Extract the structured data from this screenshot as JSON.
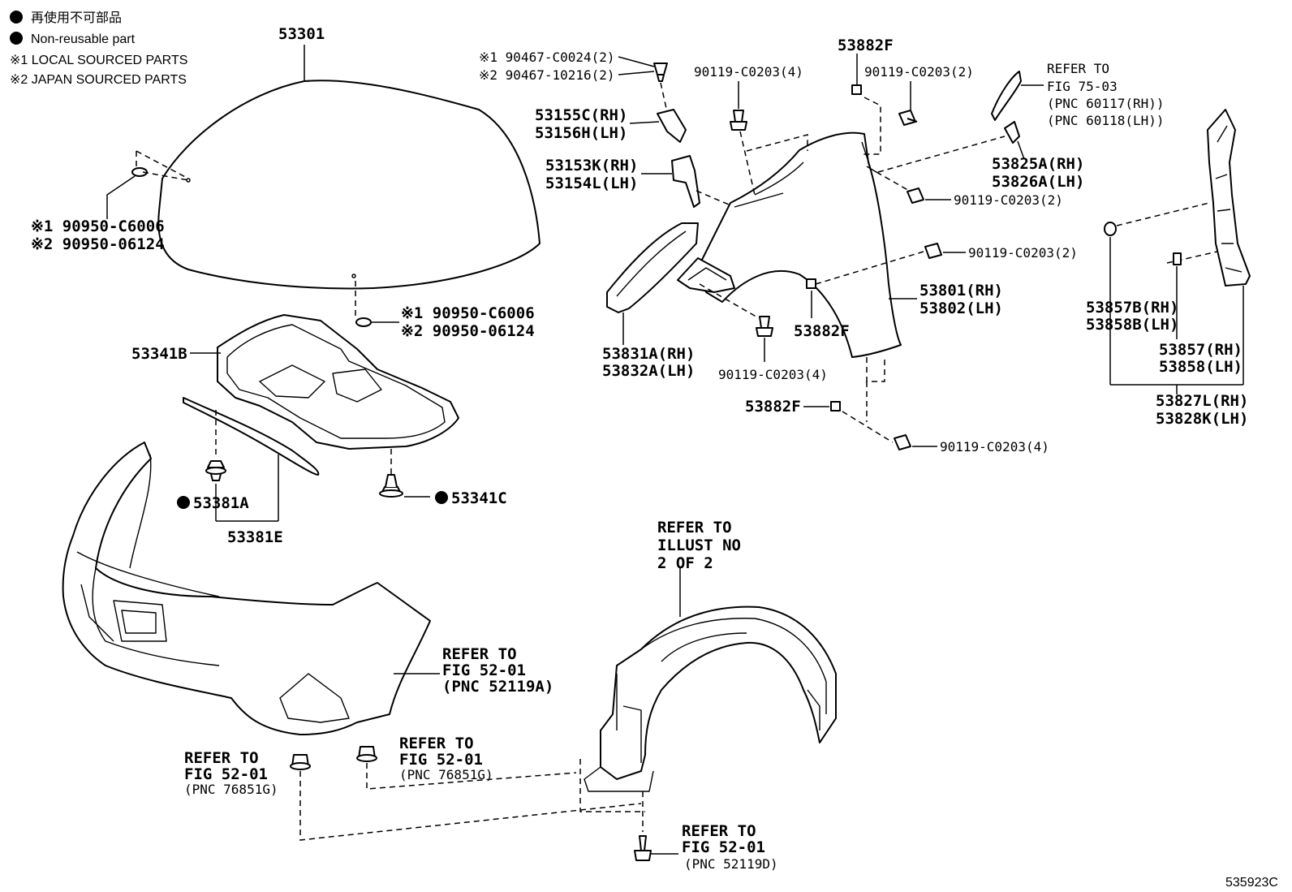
{
  "legend": {
    "non_reusable_jp": "再使用不可部品",
    "non_reusable_en": "Non-reusable part",
    "note1": "※1 LOCAL SOURCED PARTS",
    "note2": "※2 JAPAN SOURCED PARTS"
  },
  "figure_number": "535923C",
  "callouts": {
    "hood": "53301",
    "hood_plug_1": "※1 90950-C6006",
    "hood_plug_2": "※2 90950-06124",
    "hood_plug_b1": "※1 90950-C6006",
    "hood_plug_b2": "※2 90950-06124",
    "insulator": "53341B",
    "seal_clip": "53381A",
    "seal": "53381E",
    "insulator_clip": "53341C",
    "screw_1": "※1 90467-C0024(2)",
    "screw_2": "※2 90467-10216(2)",
    "bracket_a1": "53155C(RH)",
    "bracket_a2": "53156H(LH)",
    "bracket_b1": "53153K(RH)",
    "bracket_b2": "53154L(LH)",
    "bracket_c1": "53831A(RH)",
    "bracket_c2": "53832A(LH)",
    "bolt_top": "90119-C0203(4)",
    "bolt_mid": "90119-C0203(4)",
    "bolt_low": "90119-C0203(4)",
    "bolt_a": "90119-C0203(2)",
    "bolt_b": "90119-C0203(2)",
    "bolt_c": "90119-C0203(2)",
    "pad_top": "53882F",
    "pad_mid": "53882F",
    "pad_low": "53882F",
    "fender_1": "53801(RH)",
    "fender_2": "53802(LH)",
    "refer_mirror_1": "REFER TO",
    "refer_mirror_2": "FIG 75-03",
    "refer_mirror_3": "(PNC 60117(RH))",
    "refer_mirror_4": "(PNC 60118(LH))",
    "cover_1": "53825A(RH)",
    "cover_2": "53826A(LH)",
    "seal_side_1": "53857B(RH)",
    "seal_side_2": "53858B(LH)",
    "seal_small_1": "53857(RH)",
    "seal_small_2": "53858(LH)",
    "seal_assy_1": "53827L(RH)",
    "seal_assy_2": "53828K(LH)",
    "refer_illust_1": "REFER TO",
    "refer_illust_2": "ILLUST NO",
    "refer_illust_3": "2 OF 2",
    "refer_bumper_1": "REFER TO",
    "refer_bumper_2": "FIG 52-01",
    "refer_bumper_3": "(PNC 52119A)",
    "refer_clip_l1": "REFER TO",
    "refer_clip_l2": "FIG 52-01",
    "refer_clip_l3": "(PNC 76851G)",
    "refer_clip_r1": "REFER TO",
    "refer_clip_r2": "FIG 52-01",
    "refer_clip_r3": "(PNC 76851G)",
    "refer_liner_1": "REFER TO",
    "refer_liner_2": "FIG 52-01",
    "refer_liner_3": "(PNC 52119D)"
  }
}
